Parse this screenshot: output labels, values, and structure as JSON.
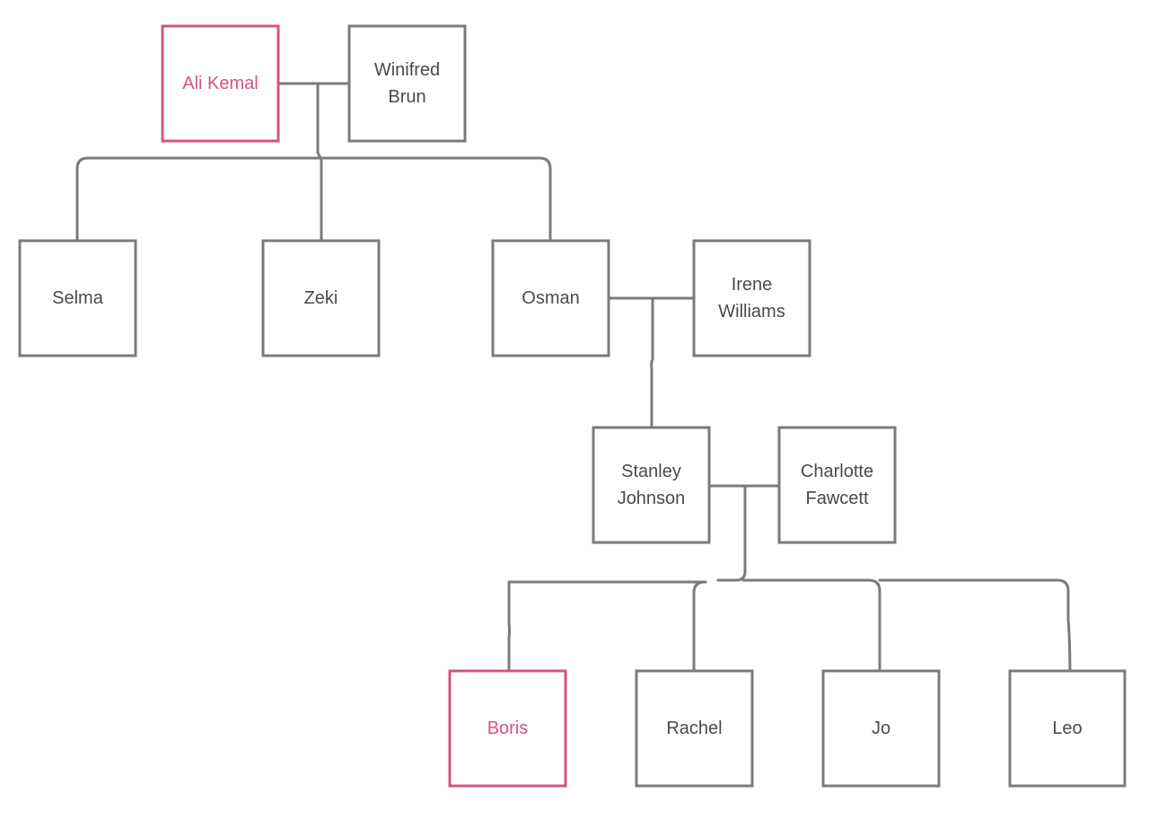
{
  "colors": {
    "box_stroke": "#7b7b7b",
    "highlight": "#d4557e",
    "text": "#4a4a4a",
    "background": "#ffffff"
  },
  "people": {
    "ali_kemal": {
      "lines": [
        "Ali Kemal"
      ],
      "highlight": true
    },
    "winifred_brun": {
      "lines": [
        "Winifred",
        "Brun"
      ],
      "highlight": false
    },
    "selma": {
      "lines": [
        "Selma"
      ],
      "highlight": false
    },
    "zeki": {
      "lines": [
        "Zeki"
      ],
      "highlight": false
    },
    "osman": {
      "lines": [
        "Osman"
      ],
      "highlight": false
    },
    "irene_williams": {
      "lines": [
        "Irene",
        "Williams"
      ],
      "highlight": false
    },
    "stanley_johnson": {
      "lines": [
        "Stanley",
        "Johnson"
      ],
      "highlight": false
    },
    "charlotte_fawcett": {
      "lines": [
        "Charlotte",
        "Fawcett"
      ],
      "highlight": false
    },
    "boris": {
      "lines": [
        "Boris"
      ],
      "highlight": true
    },
    "rachel": {
      "lines": [
        "Rachel"
      ],
      "highlight": false
    },
    "jo": {
      "lines": [
        "Jo"
      ],
      "highlight": false
    },
    "leo": {
      "lines": [
        "Leo"
      ],
      "highlight": false
    }
  },
  "couples": [
    {
      "partners": [
        "ali_kemal",
        "winifred_brun"
      ],
      "children": [
        "selma",
        "zeki",
        "osman"
      ]
    },
    {
      "partners": [
        "osman",
        "irene_williams"
      ],
      "children": [
        "stanley_johnson"
      ]
    },
    {
      "partners": [
        "stanley_johnson",
        "charlotte_fawcett"
      ],
      "children": [
        "boris",
        "rachel",
        "jo",
        "leo"
      ]
    }
  ]
}
